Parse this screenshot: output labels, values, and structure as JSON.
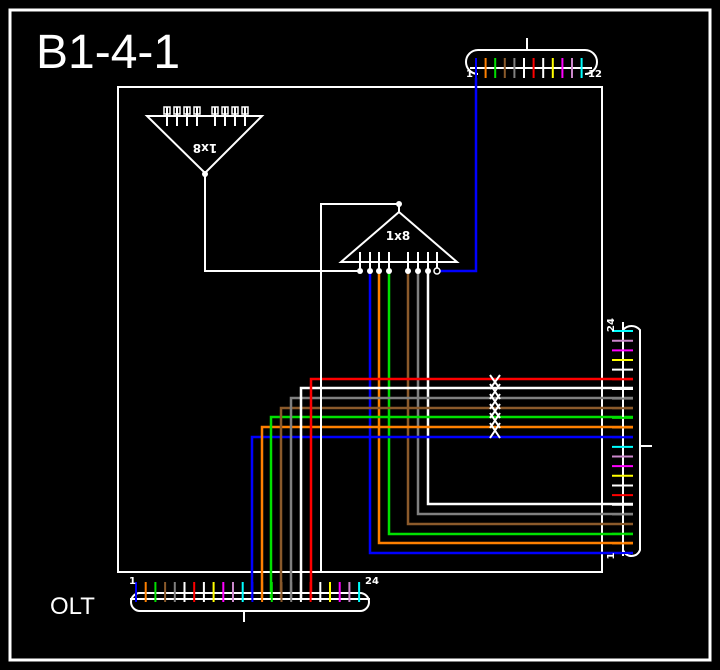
{
  "title": "B1-4-1",
  "olt_label": "OLT",
  "fiber_colors": [
    "#0000ff",
    "#ff8000",
    "#00e000",
    "#8b5a2b",
    "#808080",
    "#ffffff",
    "#ff0000",
    "#ffffff",
    "#ffff00",
    "#ff00ff",
    "#cc88cc",
    "#00ffff"
  ],
  "top_connector": {
    "start_label": "1",
    "end_label": "12",
    "fibers": 12
  },
  "right_connector": {
    "start_label": "1",
    "end_label": "24",
    "fibers": 24
  },
  "bottom_connector": {
    "start_label": "1",
    "end_label": "24",
    "fibers": 24
  },
  "splitter_top_left": {
    "label": "1x8",
    "orientation": "inverted"
  },
  "splitter_center": {
    "label": "1x8"
  }
}
